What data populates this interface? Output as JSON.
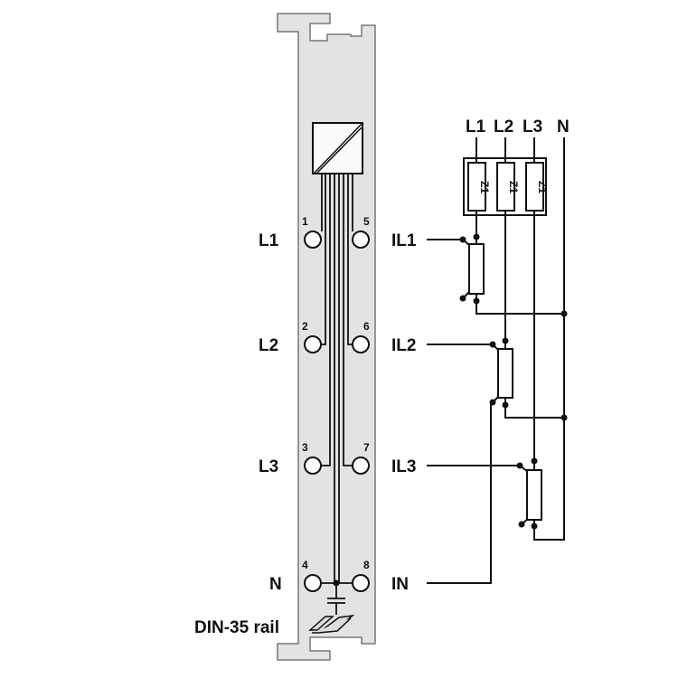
{
  "module": {
    "left_labels": [
      "L1",
      "L2",
      "L3",
      "N"
    ],
    "right_labels": [
      "IL1",
      "IL2",
      "IL3",
      "IN"
    ],
    "terminal_numbers_left": [
      "1",
      "2",
      "3",
      "4"
    ],
    "terminal_numbers_right": [
      "5",
      "6",
      "7",
      "8"
    ],
    "rail_label": "DIN-35 rail"
  },
  "circuit": {
    "phase_labels": [
      "L1",
      "L2",
      "L3",
      "N"
    ],
    "fuse_labels": [
      "Z1",
      "Z1",
      "Z1"
    ]
  },
  "colors": {
    "module_fill": "#e3e3e3",
    "line": "#111111"
  }
}
